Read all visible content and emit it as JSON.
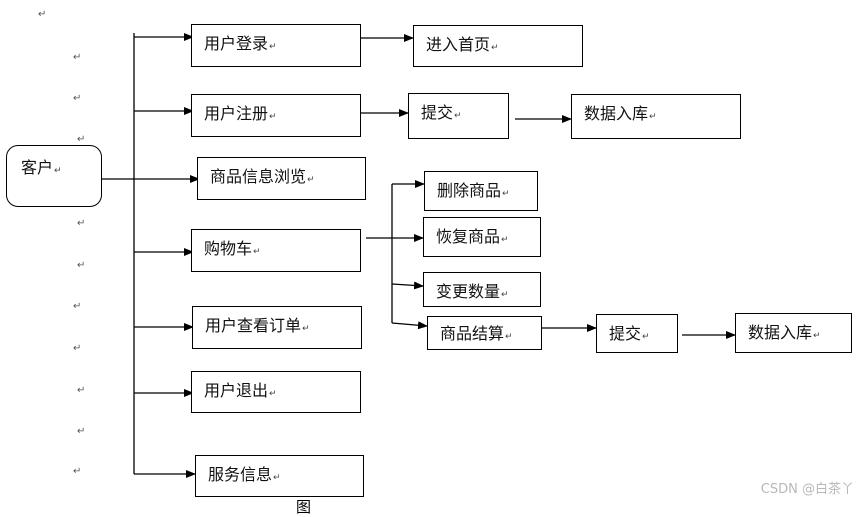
{
  "nodes": {
    "customer": "客户",
    "login": "用户登录",
    "home": "进入首页",
    "register": "用户注册",
    "register_submit": "提交",
    "register_store": "数据入库",
    "browse": "商品信息浏览",
    "delete_item": "删除商品",
    "restore_item": "恢复商品",
    "change_qty": "变更数量",
    "cart": "购物车",
    "checkout": "商品结算",
    "checkout_submit": "提交",
    "checkout_store": "数据入库",
    "orders": "用户查看订单",
    "logout": "用户退出",
    "service": "服务信息"
  },
  "paragraph_mark": "↵",
  "caption": "图",
  "watermark": "CSDN @白茶丫"
}
